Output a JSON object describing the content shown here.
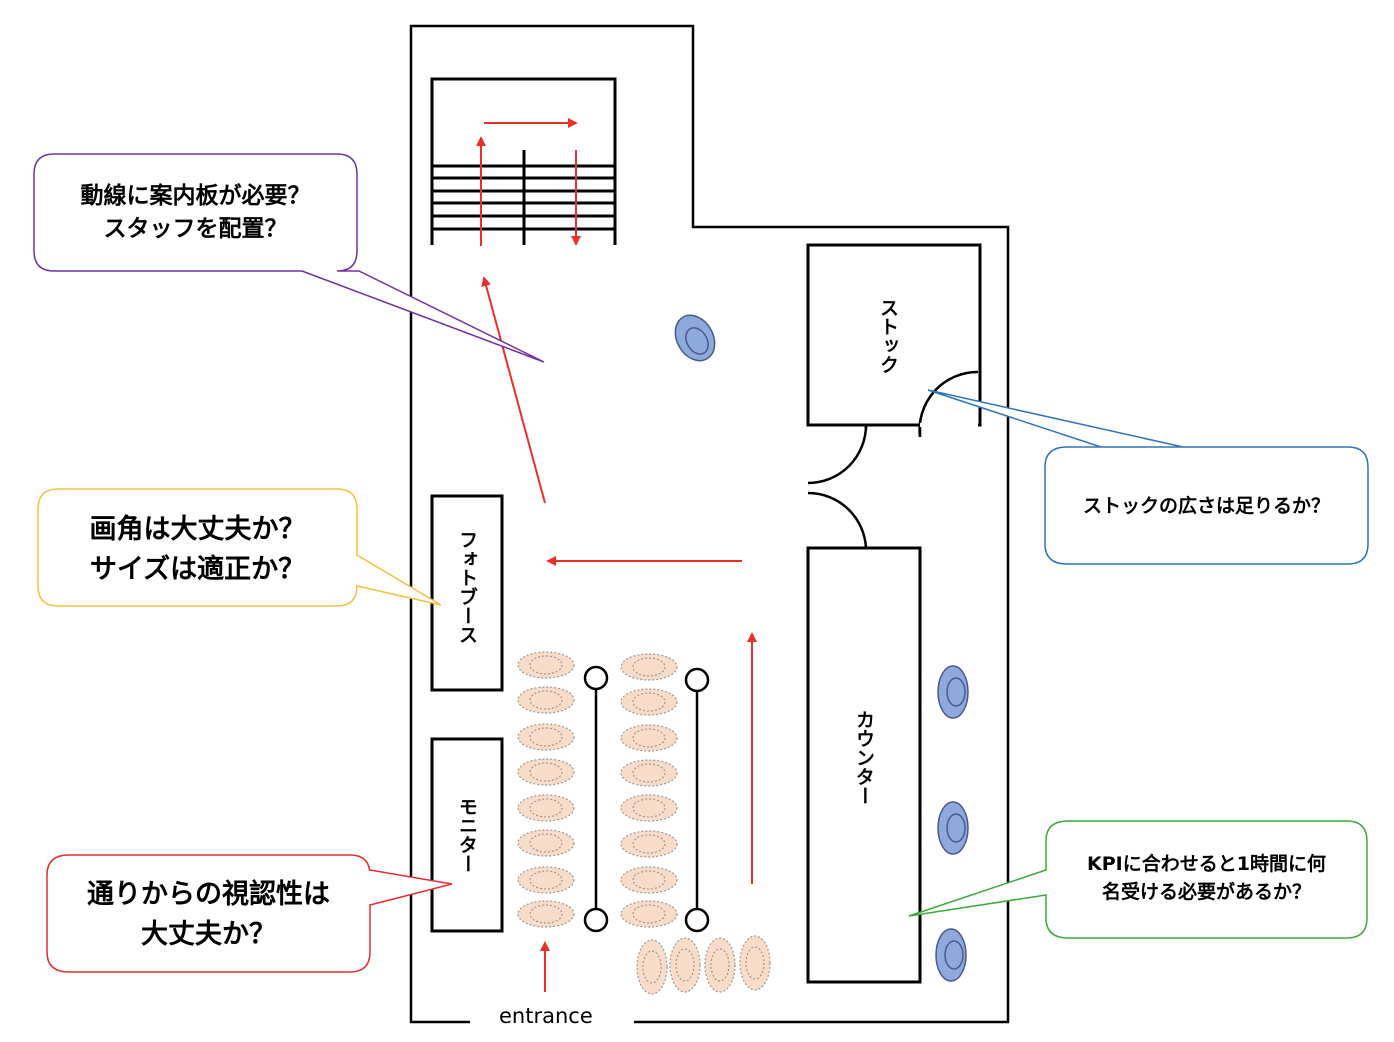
{
  "rooms": {
    "stock": "ストック",
    "photo_booth": "フォトブース",
    "monitor": "モニター",
    "counter": "カウンター"
  },
  "entrance": "entrance",
  "callouts": {
    "guidance": "動線に案内板が必要？\nスタッフを配置？",
    "stock_size": "ストックの広さは足りるか？",
    "photo_booth": "画角は大丈夫か？\nサイズは適正か？",
    "visibility": "通りからの視認性は\n大丈夫か？",
    "kpi": "KPIに合わせると1時間に何\n名受ける必要があるか？"
  },
  "colors": {
    "guidance": "#7030a0",
    "stock_size": "#2e75b6",
    "photo_booth": "#f0c040",
    "visibility": "#e03030",
    "kpi": "#3aaa3a",
    "arrow": "#e8302a",
    "staff": "#8ea9db",
    "visitor": "#f8dcc8"
  }
}
